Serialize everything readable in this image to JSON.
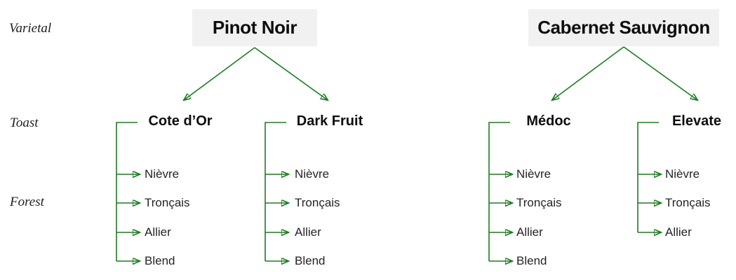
{
  "colors": {
    "accent": "#1e7b21",
    "box_bg": "#f1f1f1",
    "text": "#1f1f1f"
  },
  "row_labels": {
    "varietal": "Varietal",
    "toast": "Toast",
    "forest": "Forest"
  },
  "tree": {
    "varietals": [
      {
        "name": "Pinot Noir",
        "toasts": [
          {
            "name": "Cote d’Or",
            "forests": [
              "Nièvre",
              "Tronçais",
              "Allier",
              "Blend"
            ]
          },
          {
            "name": "Dark Fruit",
            "forests": [
              "Nièvre",
              "Tronçais",
              "Allier",
              "Blend"
            ]
          }
        ]
      },
      {
        "name": "Cabernet Sauvignon",
        "toasts": [
          {
            "name": "Médoc",
            "forests": [
              "Nièvre",
              "Tronçais",
              "Allier",
              "Blend"
            ]
          },
          {
            "name": "Elevate",
            "forests": [
              "Nièvre",
              "Tronçais",
              "Allier"
            ]
          }
        ]
      }
    ]
  }
}
